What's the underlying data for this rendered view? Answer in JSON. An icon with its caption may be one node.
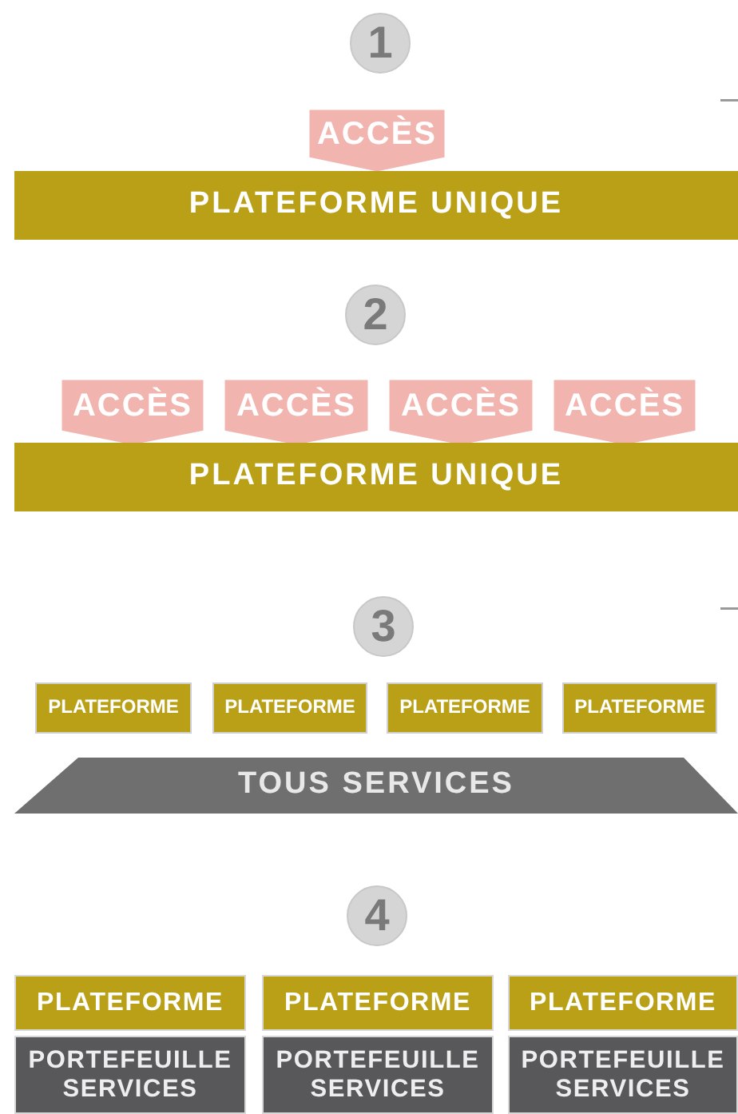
{
  "diagram": {
    "nodes": [
      {
        "text": [
          "1"
        ]
      },
      {
        "text": [
          "ACCÈS"
        ]
      },
      {
        "text": [
          "PLATEFORME UNIQUE"
        ]
      },
      {
        "text": [
          "2"
        ]
      },
      {
        "text": [
          "ACCÈS"
        ]
      },
      {
        "text": [
          "ACCÈS"
        ]
      },
      {
        "text": [
          "ACCÈS"
        ]
      },
      {
        "text": [
          "ACCÈS"
        ]
      },
      {
        "text": [
          "PLATEFORME UNIQUE"
        ]
      },
      {
        "text": [
          "3"
        ]
      },
      {
        "text": [
          "PLATEFORME"
        ]
      },
      {
        "text": [
          "PLATEFORME"
        ]
      },
      {
        "text": [
          "PLATEFORME"
        ]
      },
      {
        "text": [
          "PLATEFORME"
        ]
      },
      {
        "text": [
          "TOUS SERVICES"
        ]
      },
      {
        "text": [
          "4"
        ]
      },
      {
        "text": [
          "PLATEFORME"
        ]
      },
      {
        "text": [
          "PORTEFEUILLE SERVICES"
        ]
      },
      {
        "text": [
          "PLATEFORME"
        ]
      },
      {
        "text": [
          "PORTEFEUILLE SERVICES"
        ]
      },
      {
        "text": [
          "PLATEFORME"
        ]
      },
      {
        "text": [
          "PORTEFEUILLE SERVICES"
        ]
      }
    ]
  }
}
